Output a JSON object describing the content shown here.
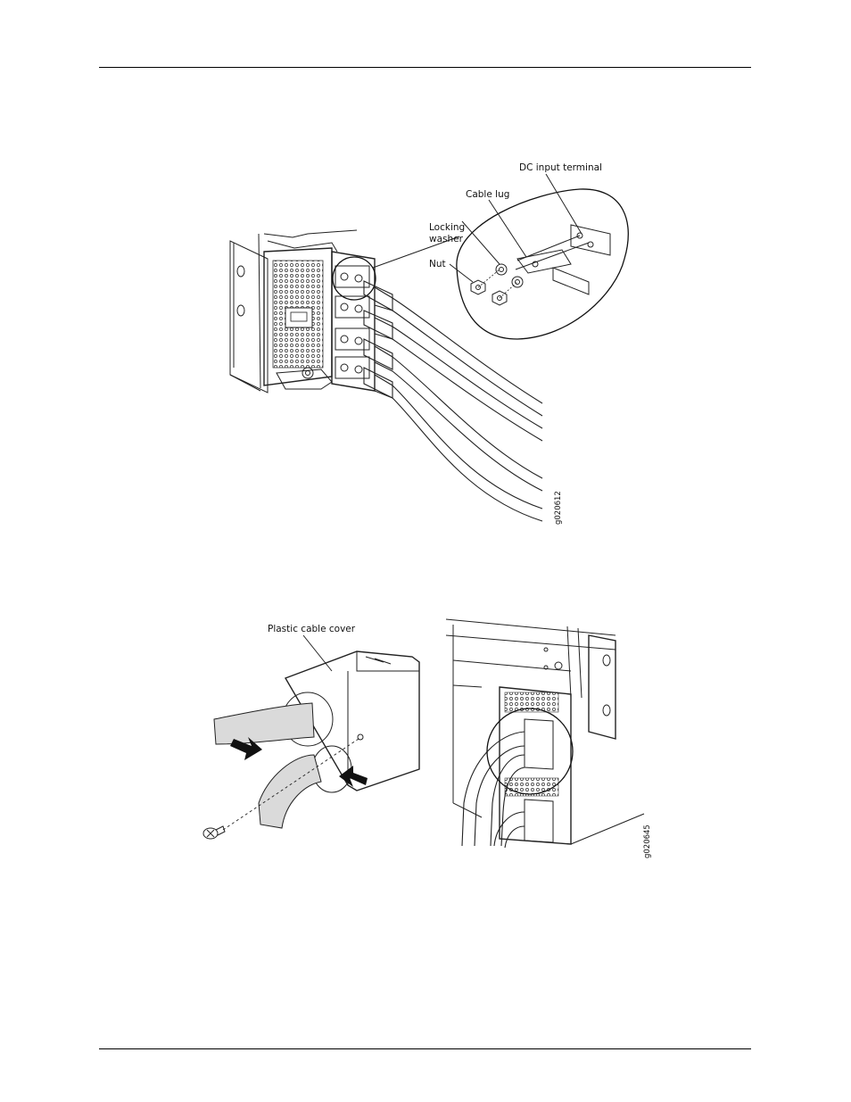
{
  "figure1": {
    "labels": {
      "dc_input_terminal": "DC input terminal",
      "cable_lug": "Cable lug",
      "locking_washer_line1": "Locking",
      "locking_washer_line2": "washer",
      "nut": "Nut"
    },
    "figure_id": "g020612"
  },
  "figure2": {
    "labels": {
      "plastic_cable_cover": "Plastic cable cover"
    },
    "figure_id": "g020645"
  }
}
